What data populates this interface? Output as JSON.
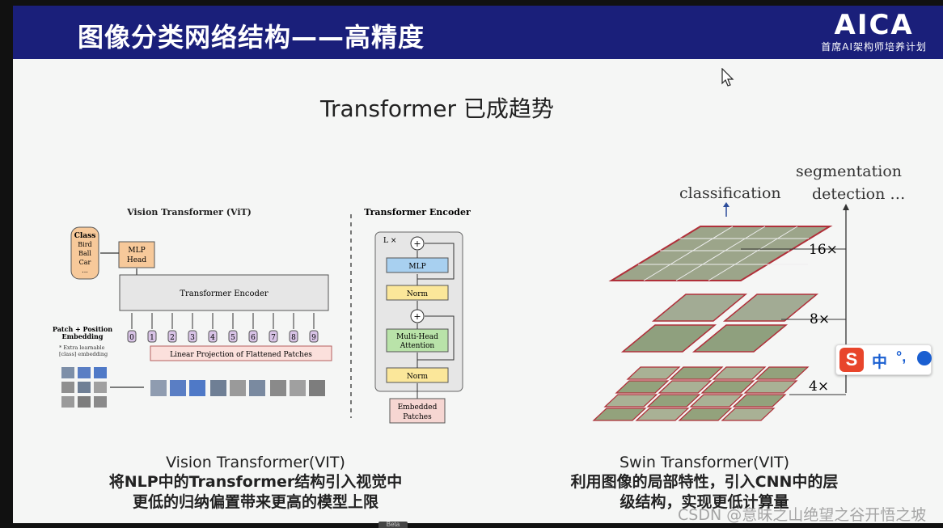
{
  "header": {
    "title": "图像分类网络结构——高精度",
    "logo_main": "AICA",
    "logo_sub": "首席AI架构师培养计划"
  },
  "slide_heading": "Transformer 已成趋势",
  "vit_figure": {
    "title": "Vision Transformer (ViT)",
    "class_box": {
      "title": "Class",
      "items": [
        "Bird",
        "Ball",
        "Car",
        "..."
      ]
    },
    "mlp_head": [
      "MLP",
      "Head"
    ],
    "encoder_label": "Transformer Encoder",
    "patch_embedding_label": [
      "Patch + Position",
      "Embedding"
    ],
    "extra_note": [
      "* Extra learnable",
      "[class] embedding"
    ],
    "tokens": [
      "0",
      "1",
      "2",
      "3",
      "4",
      "5",
      "6",
      "7",
      "8",
      "9"
    ],
    "linear_projection": "Linear Projection of Flattened Patches"
  },
  "encoder_figure": {
    "title": "Transformer Encoder",
    "repeat": "L ×",
    "mlp": "MLP",
    "norm": "Norm",
    "attention": [
      "Multi-Head",
      "Attention"
    ],
    "plus": "+",
    "input": [
      "Embedded",
      "Patches"
    ]
  },
  "swin_figure": {
    "classification": "classification",
    "segmentation": "segmentation",
    "detection": "detection …",
    "scales": [
      "16×",
      "8×",
      "4×"
    ]
  },
  "captions": {
    "vit": [
      "Vision Transformer(VIT)",
      "将NLP中的Transformer结构引入视觉中",
      "更低的归纳偏置带来更高的模型上限"
    ],
    "swin": [
      "Swin Transformer(VIT)",
      "利用图像的局部特性，引入CNN中的层",
      "级结构，实现更低计算量"
    ]
  },
  "watermark": "CSDN @意昧之山绝望之谷开悟之坡",
  "ime": {
    "logo": "S",
    "lang": "中",
    "punct": "°,"
  },
  "taskbar": {
    "beta": "Beta"
  },
  "colors": {
    "header_bg": "#1a1f7a",
    "class_box": "#f7c99a",
    "mlp_box": "#f7c99a",
    "projection_box": "#fbe0dc",
    "encoder_box": "#e6e6e6",
    "mlp_block": "#a8d0f0",
    "norm_block": "#fbe79a",
    "attention_block": "#b9e3a9",
    "embedded_box": "#f6d6d2",
    "swin_border": "#b0303a",
    "ime_logo": "#e8452b"
  }
}
